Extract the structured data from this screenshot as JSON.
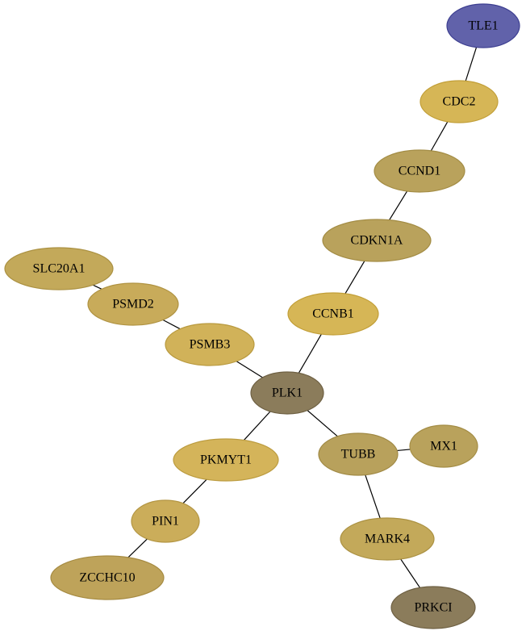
{
  "nodes": [
    {
      "id": "TLE1",
      "label": "TLE1",
      "fill": "#6162aa",
      "stroke": "#3d3f91"
    },
    {
      "id": "CDC2",
      "label": "CDC2",
      "fill": "#d6b656",
      "stroke": "#c29f38"
    },
    {
      "id": "CCND1",
      "label": "CCND1",
      "fill": "#b9a25c",
      "stroke": "#a38c44"
    },
    {
      "id": "CDKN1A",
      "label": "CDKN1A",
      "fill": "#b9a25c",
      "stroke": "#a38c44"
    },
    {
      "id": "CCNB1",
      "label": "CCNB1",
      "fill": "#d6b656",
      "stroke": "#c29f38"
    },
    {
      "id": "SLC20A1",
      "label": "SLC20A1",
      "fill": "#c3a95a",
      "stroke": "#ab9142"
    },
    {
      "id": "PSMD2",
      "label": "PSMD2",
      "fill": "#c8ab5a",
      "stroke": "#b09342"
    },
    {
      "id": "PSMB3",
      "label": "PSMB3",
      "fill": "#d1b259",
      "stroke": "#b99a3f"
    },
    {
      "id": "PLK1",
      "label": "PLK1",
      "fill": "#8b7c5b",
      "stroke": "#6e6043"
    },
    {
      "id": "PKMYT1",
      "label": "PKMYT1",
      "fill": "#d4b45a",
      "stroke": "#bc9c40"
    },
    {
      "id": "TUBB",
      "label": "TUBB",
      "fill": "#b8a15c",
      "stroke": "#a08944"
    },
    {
      "id": "MX1",
      "label": "MX1",
      "fill": "#b9a25c",
      "stroke": "#a38c44"
    },
    {
      "id": "PIN1",
      "label": "PIN1",
      "fill": "#cbad5a",
      "stroke": "#b39542"
    },
    {
      "id": "MARK4",
      "label": "MARK4",
      "fill": "#c3a95a",
      "stroke": "#ab9142"
    },
    {
      "id": "ZCCHC10",
      "label": "ZCCHC10",
      "fill": "#bea35a",
      "stroke": "#a68b42"
    },
    {
      "id": "PRKCI",
      "label": "PRKCI",
      "fill": "#8b7c5b",
      "stroke": "#6e6043"
    }
  ],
  "edges": [
    [
      "TLE1",
      "CDC2"
    ],
    [
      "CDC2",
      "CCND1"
    ],
    [
      "CCND1",
      "CDKN1A"
    ],
    [
      "CDKN1A",
      "CCNB1"
    ],
    [
      "CCNB1",
      "PLK1"
    ],
    [
      "SLC20A1",
      "PSMD2"
    ],
    [
      "PSMD2",
      "PSMB3"
    ],
    [
      "PSMB3",
      "PLK1"
    ],
    [
      "PLK1",
      "PKMYT1"
    ],
    [
      "PLK1",
      "TUBB"
    ],
    [
      "TUBB",
      "MX1"
    ],
    [
      "PKMYT1",
      "PIN1"
    ],
    [
      "PIN1",
      "ZCCHC10"
    ],
    [
      "TUBB",
      "MARK4"
    ],
    [
      "MARK4",
      "PRKCI"
    ]
  ]
}
